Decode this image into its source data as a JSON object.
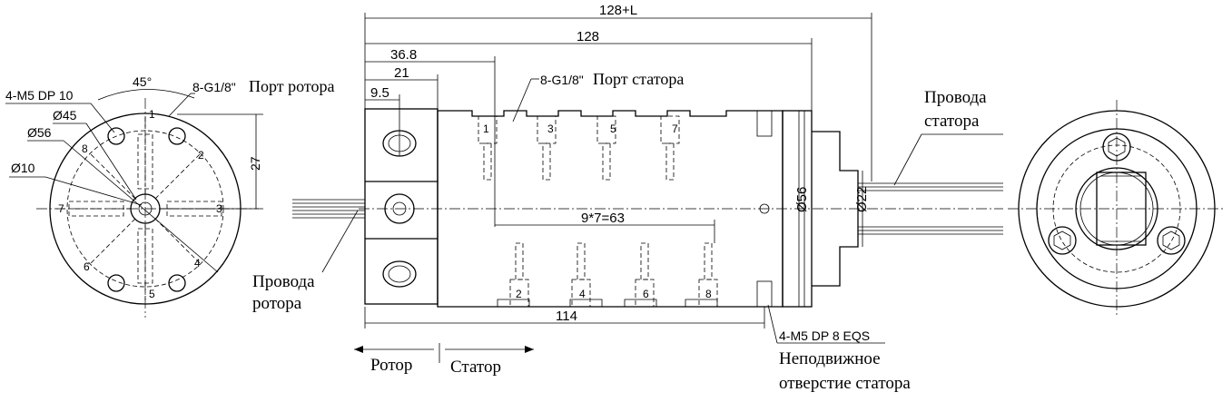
{
  "dimensions": {
    "total": "128+L",
    "length": "128",
    "d36": "36.8",
    "d21": "21",
    "d95": "9.5",
    "pitch": "9*7=63",
    "d114": "114",
    "dia56": "Ø56",
    "dia22": "Ø22",
    "h27": "27",
    "angle": "45°"
  },
  "labels": {
    "rotor_port_code": "8-G1/8\"",
    "rotor_port_text": "Порт ротора",
    "stator_port_code": "8-G1/8\"",
    "stator_port_text": "Порт статора",
    "m5_rotor": "4-M5 DP 10",
    "d45": "Ø45",
    "d56": "Ø56",
    "d10": "Ø10",
    "rotor_wires_1": "Провода",
    "rotor_wires_2": "ротора",
    "stator_wires_1": "Провода",
    "stator_wires_2": "статора",
    "m5_stator": "4-M5 DP 8 EQS",
    "fixed_hole_1": "Неподвижное",
    "fixed_hole_2": "отверстие статора",
    "rotor": "Ротор",
    "stator": "Статор"
  },
  "port_numbers": {
    "left_view": [
      "1",
      "2",
      "3",
      "4",
      "5",
      "6",
      "7",
      "8"
    ],
    "top_row": [
      "1",
      "3",
      "5",
      "7"
    ],
    "bottom_row": [
      "2",
      "4",
      "6",
      "8"
    ]
  }
}
